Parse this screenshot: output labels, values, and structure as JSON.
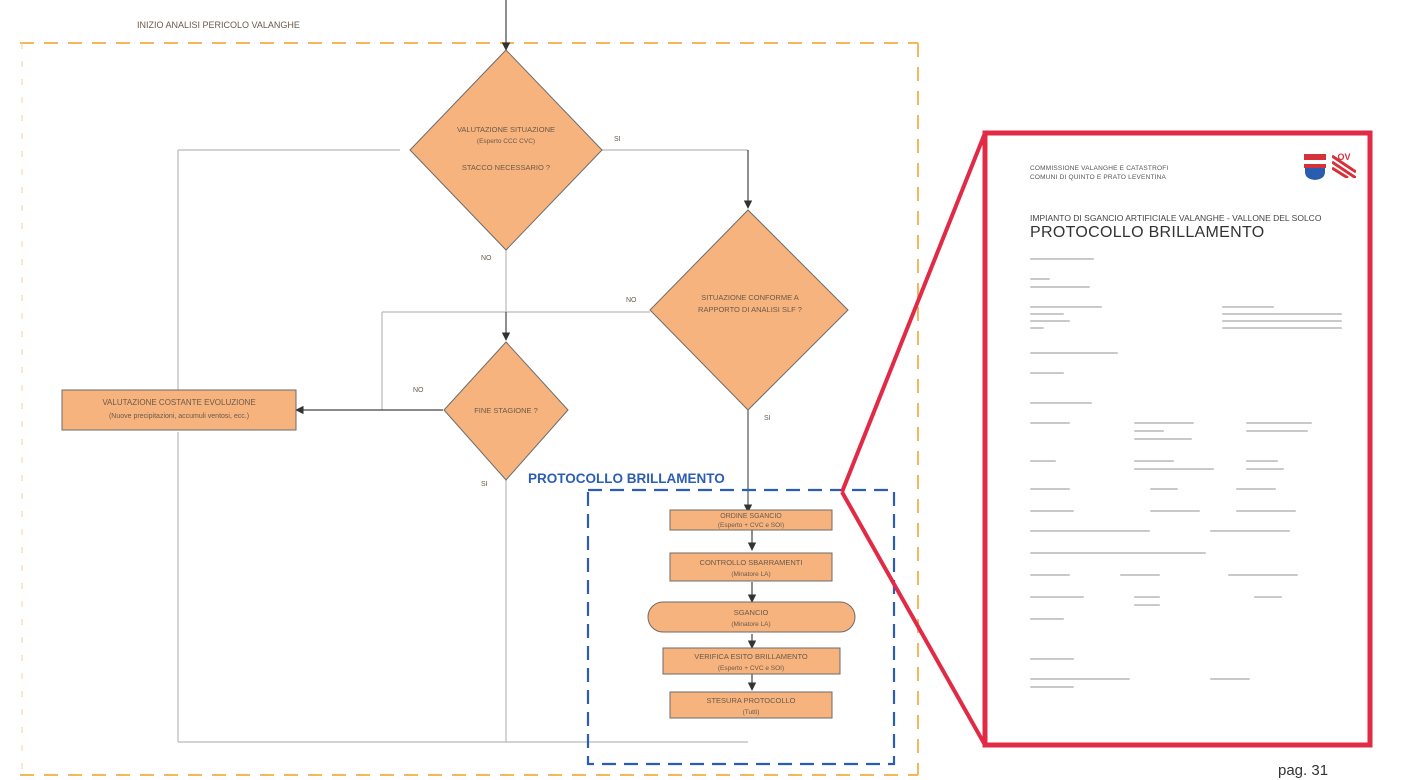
{
  "top_note": "INIZIO ANALISI PERICOLO VALANGHE",
  "nodes": {
    "valutazione_situazione": "VALUTAZIONE SITUAZIONE",
    "valutazione_situazione_sub": "(Esperto CCC CVC)",
    "stacco_necessario": "STACCO NECESSARIO ?",
    "situazione_conforme_1": "SITUAZIONE CONFORME A",
    "situazione_conforme_2": "RAPPORTO DI ANALISI SLF ?",
    "fine_stagione": "FINE STAGIONE ?",
    "valutazione_costante": "VALUTAZIONE COSTANTE EVOLUZIONE",
    "valutazione_costante_sub": "(Nuove precipitazioni, accumuli ventosi, ecc.)",
    "ordine_sgancio": "ORDINE SGANCIO",
    "ordine_sgancio_sub": "(Esperto + CVC e SOI)",
    "controllo_sbarramenti": "CONTROLLO SBARRAMENTI",
    "controllo_sbarramenti_sub": "(Minatore LA)",
    "sgancio": "SGANCIO",
    "sgancio_sub": "(Minatore LA)",
    "verifica_esito": "VERIFICA ESITO BRILLAMENTO",
    "verifica_esito_sub": "(Esperto + CVC e SOI)",
    "stesura_protocollo": "STESURA PROTOCOLLO",
    "stesura_protocollo_sub": "(Tutti)"
  },
  "edge_labels": {
    "si_1": "SI",
    "no_1": "NO",
    "no_2": "NO",
    "no_3": "NO",
    "si_2": "SI",
    "si_3": "SI"
  },
  "protocol_label": "PROTOCOLLO BRILLAMENTO",
  "document": {
    "org_line1": "COMMISSIONE VALANGHE E CATASTROFI",
    "org_line2": "COMUNI DI QUINTO E PRATO LEVENTINA",
    "ov_logo": "OV",
    "subtitle": "IMPIANTO DI SGANCIO ARTIFICIALE VALANGHE - VALLONE DEL SOLCO",
    "title": "PROTOCOLLO BRILLAMENTO"
  },
  "page_number": "pag. 31",
  "colors": {
    "shape_fill": "#f6b37e",
    "shape_stroke": "#6b6b6b",
    "orange_dash": "#f3b75d",
    "blue_dash": "#2b5db6",
    "callout_red": "#e12a45"
  }
}
